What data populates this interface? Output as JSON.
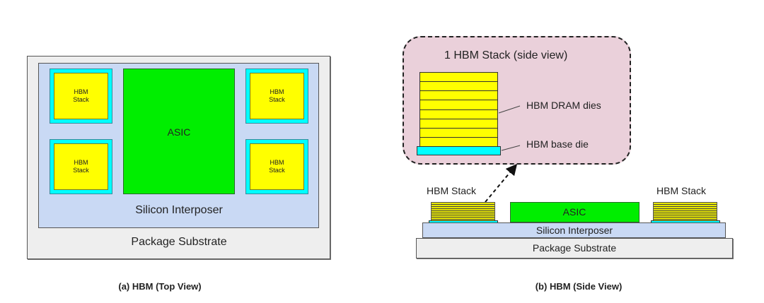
{
  "top_view": {
    "substrate_label": "Package Substrate",
    "interposer_label": "Silicon Interposer",
    "asic_label": "ASIC",
    "hbm_stacks": [
      {
        "line1": "HBM",
        "line2": "Stack"
      },
      {
        "line1": "HBM",
        "line2": "Stack"
      },
      {
        "line1": "HBM",
        "line2": "Stack"
      },
      {
        "line1": "HBM",
        "line2": "Stack"
      }
    ],
    "caption": "(a) HBM (Top View)"
  },
  "side_view": {
    "callout": {
      "title": "1 HBM Stack (side view)",
      "dram_label": "HBM DRAM dies",
      "base_label": "HBM base die",
      "dram_die_count": 8
    },
    "left_stack_label": "HBM Stack",
    "right_stack_label": "HBM Stack",
    "asic_label": "ASIC",
    "interposer_label": "Silicon Interposer",
    "substrate_label": "Package Substrate",
    "caption": "(b) HBM (Side View)"
  },
  "colors": {
    "hbm_die": "#ffff00",
    "hbm_base": "#00ffff",
    "asic": "#00ee00",
    "interposer": "#c9d9f4",
    "substrate": "#eeeeee",
    "callout_bg": "#ead0da"
  }
}
